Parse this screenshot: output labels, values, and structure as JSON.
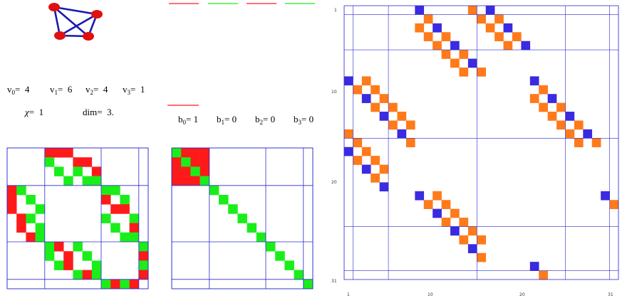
{
  "colors": {
    "grid": "#2a2ad0",
    "red": "#ff1a1a",
    "green": "#1aee1a",
    "orange": "#ff7a1a",
    "blue": "#3a2ae0",
    "vertex": "#e01010",
    "edge": "#1a1ab0"
  },
  "counts": {
    "v0": {
      "label": "v",
      "sub": "0",
      "value": "4"
    },
    "v1": {
      "label": "v",
      "sub": "1",
      "value": "6"
    },
    "v2": {
      "label": "v",
      "sub": "2",
      "value": "4"
    },
    "v3": {
      "label": "v",
      "sub": "3",
      "value": "1"
    }
  },
  "chi": {
    "label": "χ",
    "value": "1"
  },
  "dim": {
    "label": "dim",
    "value": "3."
  },
  "betti": {
    "b0": {
      "label": "b",
      "sub": "0",
      "value": "1"
    },
    "b1": {
      "label": "b",
      "sub": "1",
      "value": "0"
    },
    "b2": {
      "label": "b",
      "sub": "2",
      "value": "0"
    },
    "b3": {
      "label": "b",
      "sub": "3",
      "value": "0"
    }
  },
  "top_lines": [
    "red",
    "green",
    "red",
    "green"
  ],
  "big_matrix": {
    "size": 31,
    "blocks": [
      4,
      6,
      4,
      1
    ],
    "x_ticks": [
      "1",
      "10",
      "20",
      "31"
    ],
    "y_ticks": [
      "1",
      "10",
      "20",
      "31"
    ]
  }
}
